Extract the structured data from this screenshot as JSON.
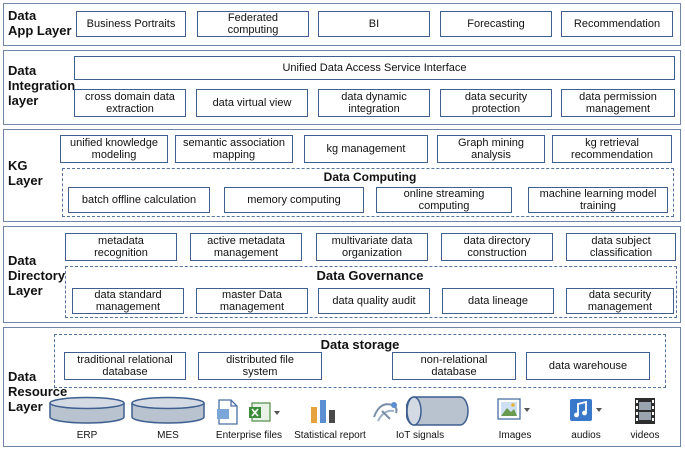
{
  "layers": {
    "app": {
      "title": "Data\nApp Layer",
      "items": [
        "Business Portraits",
        "Federated\ncomputing",
        "BI",
        "Forecasting",
        "Recommendation"
      ]
    },
    "integration": {
      "title": "Data\nIntegration\nlayer",
      "interface": "Unified Data Access Service Interface",
      "items": [
        "cross domain data\nextraction",
        "data virtual view",
        "data dynamic\nintegration",
        "data security\nprotection",
        "data permission\nmanagement"
      ]
    },
    "kg": {
      "title": "KG\nLayer",
      "items": [
        "unified knowledge\nmodeling",
        "semantic association\nmapping",
        "kg management",
        "Graph mining\nanalysis",
        "kg retrieval\nrecommendation"
      ],
      "computing_title": "Data Computing",
      "computing_items": [
        "batch offline calculation",
        "memory computing",
        "online streaming\ncomputing",
        "machine learning model\ntraining"
      ]
    },
    "directory": {
      "title": "Data\nDirectory\nLayer",
      "items": [
        "metadata\nrecognition",
        "active metadata\nmanagement",
        "multivariate data\norganization",
        "data directory\nconstruction",
        "data subject\nclassification"
      ],
      "governance_title": "Data Governance",
      "governance_items": [
        "data standard\nmanagement",
        "master Data\nmanagement",
        "data quality audit",
        "data lineage",
        "data security\nmanagement"
      ]
    },
    "resource": {
      "title": "Data\nResource\nLayer",
      "storage_title": "Data storage",
      "storage_items": [
        "traditional relational\ndatabase",
        "distributed file\nsystem",
        "non-relational\ndatabase",
        "data warehouse"
      ],
      "sources": [
        "ERP",
        "MES",
        "Enterprise files",
        "Statistical report",
        "IoT signals",
        "Images",
        "audios",
        "videos"
      ]
    }
  },
  "colors": {
    "layer_border": "#6f86a6",
    "box_border": "#3e5f8f",
    "cylinder_fill": "#b9c3cf",
    "cylinder_stroke": "#3e5f8f"
  }
}
